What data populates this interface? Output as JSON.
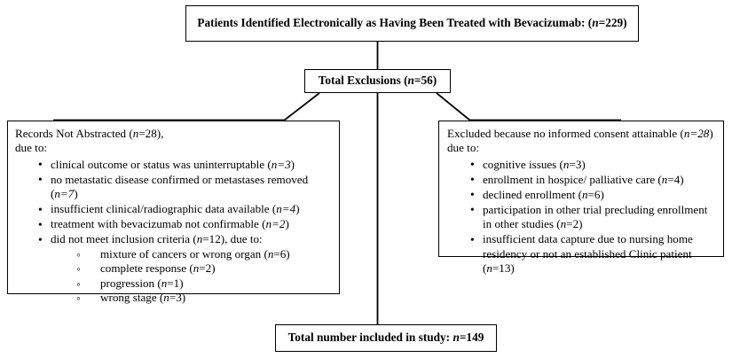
{
  "diagram": {
    "type": "flowchart",
    "title": "Patient selection flow diagram",
    "colors": {
      "border": "#000000",
      "background": "#ffffff",
      "text": "#000000"
    }
  },
  "top_box": {
    "label_before": "Patients Identified Electronically as Having Been Treated with Bevacizumab: (",
    "n_symbol": "n",
    "n_value": "=229)"
  },
  "exclusions_box": {
    "label_before": "Total Exclusions (",
    "n_symbol": "n",
    "n_value": "=56)"
  },
  "left_box": {
    "heading_before": "Records Not Abstracted (",
    "heading_n": "n",
    "heading_after": "=28),",
    "subheading": "due to:",
    "bullets": [
      {
        "text_before": "clinical outcome or status was uninterruptable (",
        "n": "n=3",
        "text_after": ")"
      },
      {
        "text_before": "no metastatic disease confirmed or metastases removed (",
        "n": "n=7",
        "text_after": ")"
      },
      {
        "text_before": "insufficient clinical/radiographic data available (",
        "n": "n=4",
        "text_after": ")"
      },
      {
        "text_before": "treatment with bevacizumab not confirmable (",
        "n": "n=2",
        "text_after": ")"
      }
    ],
    "inclusion_bullet": {
      "text_before": "did not meet inclusion criteria (",
      "n": "n",
      "text_after": "=12), due to:"
    },
    "sub_bullets": [
      {
        "text_before": "mixture of cancers or wrong organ (",
        "n": "n",
        "text_after": "=6)"
      },
      {
        "text_before": "complete response (",
        "n": "n",
        "text_after": "=2)"
      },
      {
        "text_before": "progression (",
        "n": "n",
        "text_after": "=1)"
      },
      {
        "text_before": "wrong stage (",
        "n": "n",
        "text_after": "=3)"
      }
    ]
  },
  "right_box": {
    "heading_before": "Excluded because no informed consent attainable (",
    "heading_n": "n=28",
    "heading_after": ")",
    "subheading": "due to:",
    "bullets": [
      {
        "text_before": "cognitive issues (",
        "n": "n",
        "text_after": "=3)"
      },
      {
        "text_before": "enrollment in hospice/ palliative care (",
        "n": "n",
        "text_after": "=4)"
      },
      {
        "text_before": "declined enrollment (",
        "n": "n",
        "text_after": "=6)"
      },
      {
        "text_before": "participation in other trial precluding enrollment in other studies (",
        "n": "n",
        "text_after": "=2)"
      },
      {
        "text_before": "insufficient data capture due to nursing home residency or not an established Clinic patient (",
        "n": "n",
        "text_after": "=13)"
      }
    ]
  },
  "bottom_box": {
    "label_before": "Total number included in study: ",
    "n_symbol": "n",
    "n_value": "=149"
  }
}
